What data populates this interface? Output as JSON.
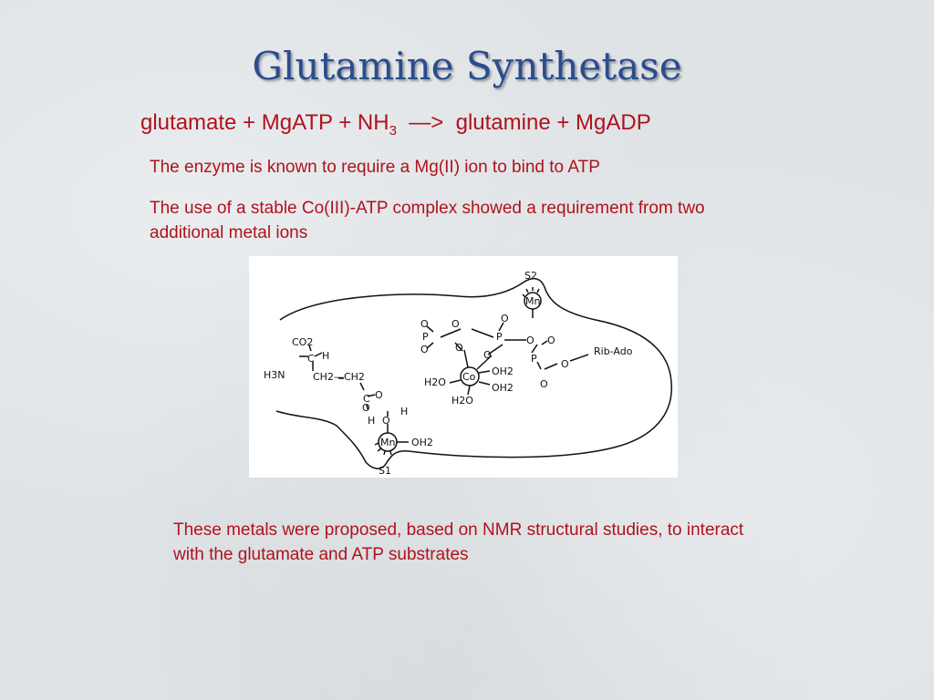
{
  "slide": {
    "title": "Glutamine Synthetase",
    "equation": {
      "left": "glutamate + MgATP + NH",
      "subscript": "3",
      "arrow": "  —>  ",
      "right": "glutamine + MgADP"
    },
    "line1": "The enzyme is known to require a Mg(II) ion to bind to ATP",
    "line2": "The use of a stable Co(III)-ATP complex showed a requirement from two additional metal ions",
    "line3": "These metals were proposed, based on NMR structural studies, to interact with the glutamate and ATP substrates"
  },
  "figure": {
    "site2_label": "S2",
    "site1_label": "S1",
    "mn_label": "Mn",
    "co_label": "Co",
    "rib_ado": "Rib-Ado",
    "oh2": "OH2",
    "h2o": "H2O",
    "h3n": "H3N",
    "co2": "CO2",
    "ch2_ch2": "CH2—CH2",
    "p_label": "P",
    "o_label": "O",
    "h_label": "H",
    "c_label": "C"
  }
}
